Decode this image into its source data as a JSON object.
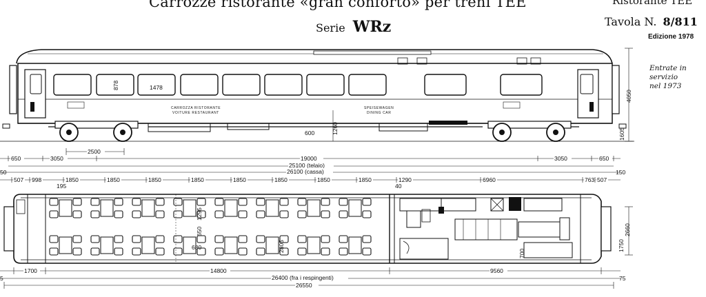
{
  "header": {
    "title": "Carrozze ristorante «gran conforto» per treni TEE",
    "series_prefix": "Serie",
    "series_code": "WRz",
    "category": "Ristorante TEE",
    "plate_prefix": "Tavola N.",
    "plate_number": "8/811",
    "edition": "Edizione 1978",
    "service_note": [
      "Entrate in",
      "servizio",
      "nel 1973"
    ]
  },
  "side_view": {
    "car_label_left": [
      "CARROZZA RISTORANTE",
      "VOITURE RESTAURANT"
    ],
    "car_label_right": [
      "SPEISEWAGEN",
      "DINING CAR"
    ],
    "window_labels": {
      "height": "878",
      "width": "1478"
    },
    "dimensions": {
      "total_height": "4050",
      "rail_height": "1605",
      "floor_height": "1260",
      "step": "600",
      "bogie_wheelbase": "2500"
    }
  },
  "dimension_lines": {
    "overhang_left": "650",
    "bogie_offset_left": "3050",
    "bogie_spacing": "19000",
    "bogie_offset_right": "3050",
    "overhang_right": "650",
    "frame_length": "25100 (telaio)",
    "body_length": "26100 (cassa)",
    "left_end_margin": "50",
    "right_end_margin": "150",
    "bay_segments": [
      "507",
      "998",
      "1850",
      "1850",
      "1850",
      "1850",
      "1850",
      "1850",
      "1850",
      "1850",
      "1290",
      "6960",
      "763",
      "507"
    ],
    "aisle_gap": "195",
    "partition": "40"
  },
  "plan_view": {
    "seat_spacing": "1295",
    "aisle_width": "650",
    "seat_depth": "680",
    "inner_width": "2805",
    "kitchen_aisle": "700",
    "body_width": "2660",
    "gangway_width": "1750"
  },
  "bottom_dimensions": {
    "end_left": "1700",
    "dining_length": "14800",
    "kitchen_length": "9560",
    "buffer_length": "26400 (fra i respingenti)",
    "overall_length": "26550",
    "left_margin": "5",
    "right_margin": "75"
  }
}
